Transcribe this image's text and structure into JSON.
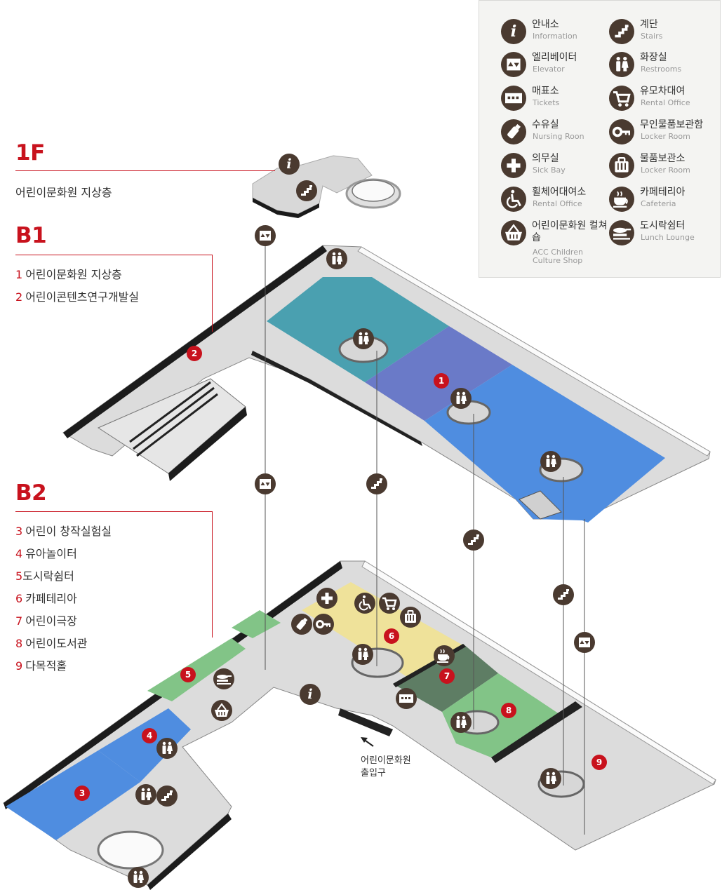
{
  "legend": [
    {
      "icon": "info-icon",
      "ko": "안내소",
      "en": "Information"
    },
    {
      "icon": "stairs-icon",
      "ko": "계단",
      "en": "Stairs"
    },
    {
      "icon": "elevator-icon",
      "ko": "엘리베이터",
      "en": "Elevator"
    },
    {
      "icon": "restroom-icon",
      "ko": "화장실",
      "en": "Restrooms"
    },
    {
      "icon": "ticket-icon",
      "ko": "매표소",
      "en": "Tickets"
    },
    {
      "icon": "stroller-icon",
      "ko": "유모차대여",
      "en": "Rental Office"
    },
    {
      "icon": "baby-bottle-icon",
      "ko": "수유실",
      "en": "Nursing Roon"
    },
    {
      "icon": "key-icon",
      "ko": "무인물품보관함",
      "en": "Locker Room"
    },
    {
      "icon": "first-aid-icon",
      "ko": "의무실",
      "en": "Sick Bay"
    },
    {
      "icon": "locker-icon",
      "ko": "물품보관소",
      "en": "Locker Room"
    },
    {
      "icon": "wheelchair-icon",
      "ko": "휠체어대여소",
      "en": "Rental Office"
    },
    {
      "icon": "cafe-icon",
      "ko": "카페테리아",
      "en": "Cafeteria"
    },
    {
      "icon": "shop-basket-icon",
      "ko": "어린이문화원 컬쳐숍",
      "en": "ACC Children Culture Shop"
    },
    {
      "icon": "lunch-icon",
      "ko": "도시락쉼터",
      "en": "Lunch Lounge"
    }
  ],
  "levels": {
    "f1": {
      "title": "1F",
      "desc": "어린이문화원 지상층"
    },
    "b1": {
      "title": "B1",
      "rooms": [
        {
          "num": "1",
          "name": "어린이문화원 지상층"
        },
        {
          "num": "2",
          "name": "어린이콘텐츠연구개발실"
        }
      ]
    },
    "b2": {
      "title": "B2",
      "rooms": [
        {
          "num": "3",
          "name": "어린이 창작실험실"
        },
        {
          "num": "4",
          "name": "유아놀이터"
        },
        {
          "num": "5",
          "name": "도시락쉼터"
        },
        {
          "num": "6",
          "name": "카페테리아"
        },
        {
          "num": "7",
          "name": "어린이극장"
        },
        {
          "num": "8",
          "name": "어린이도서관"
        },
        {
          "num": "9",
          "name": "다목적홀"
        }
      ]
    }
  },
  "entrance": {
    "line1": "어린이문화원",
    "line2": "출입구"
  },
  "map_markers": [
    "1",
    "2",
    "3",
    "4",
    "5",
    "6",
    "7",
    "8",
    "9"
  ],
  "colors": {
    "accent": "#c8121d",
    "icon_bg": "#4a3a30",
    "floor": "#d9d9d9",
    "teal": "#4aa0b0",
    "purple": "#6a7ac8",
    "blue": "#4f8de0",
    "green": "#82c487",
    "dark_green": "#5e7d64",
    "yellow": "#efe29a"
  }
}
